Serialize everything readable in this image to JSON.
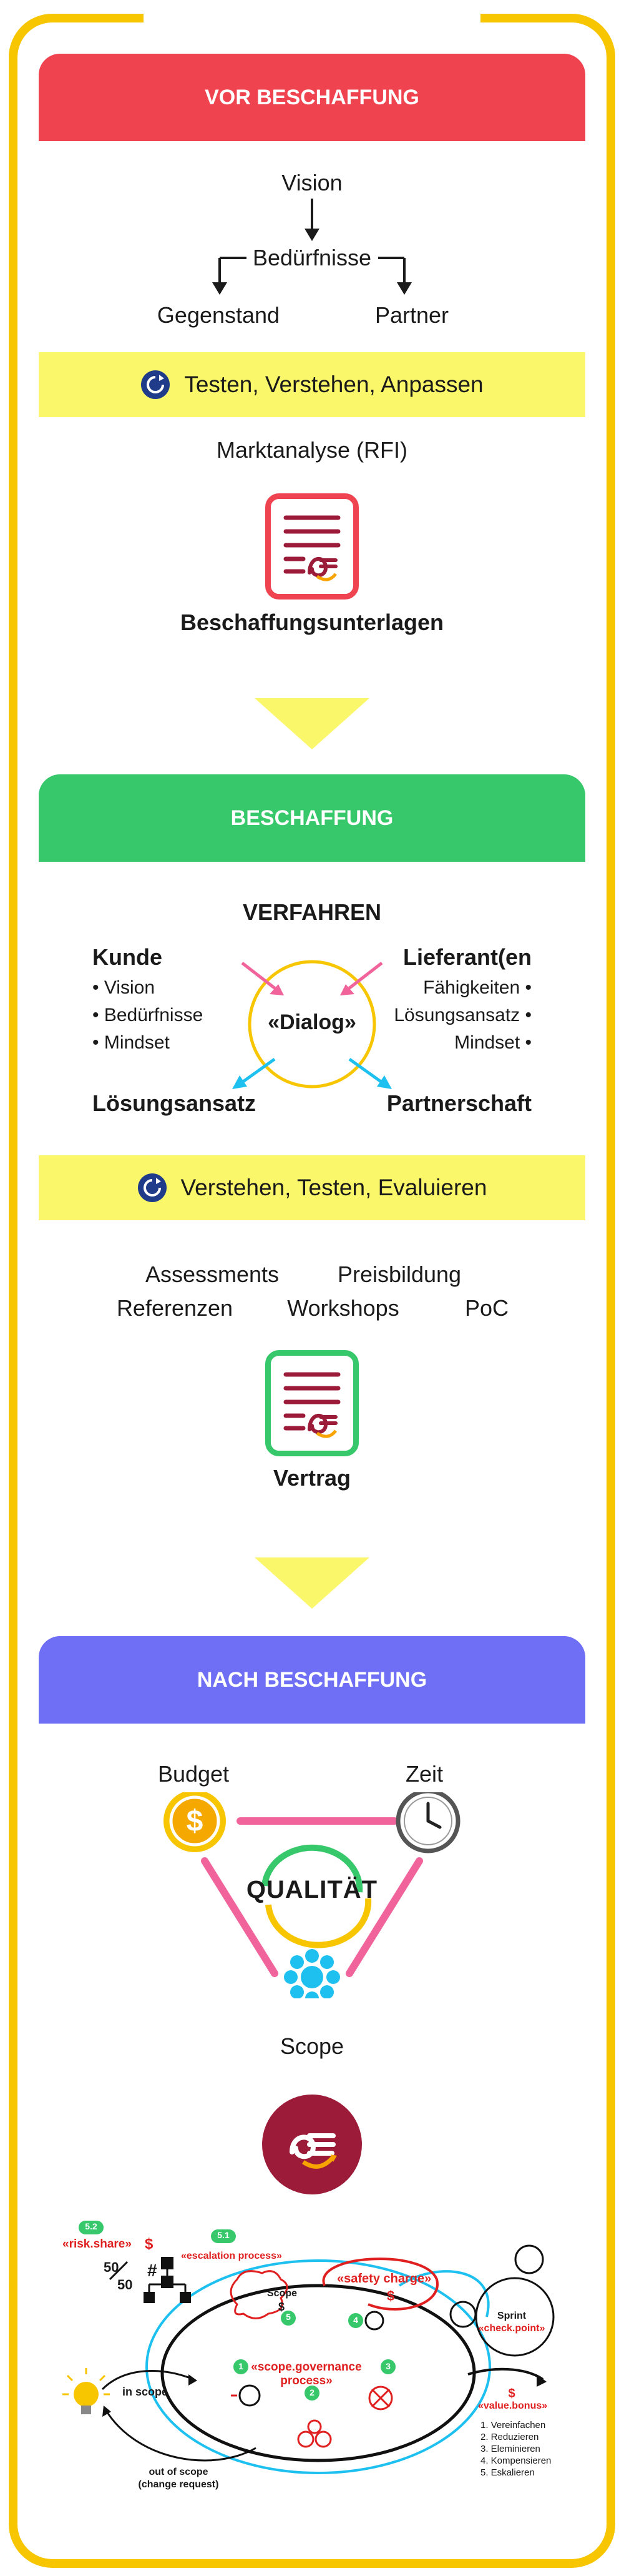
{
  "sections": {
    "pre": {
      "title": "VOR BESCHAFFUNG",
      "vision": "Vision",
      "needs": "Bedürfnisse",
      "subject": "Gegenstand",
      "partner": "Partner",
      "band": "Testen, Verstehen, Anpassen",
      "market": "Marktanalyse (RFI)",
      "docs": "Beschaffungsunterlagen"
    },
    "proc": {
      "title": "BESCHAFFUNG",
      "method": "VERFAHREN",
      "customer": "Kunde",
      "customer_items": [
        "• Vision",
        "• Bedürfnisse",
        "• Mindset"
      ],
      "supplier": "Lieferant(en",
      "supplier_items": [
        "Fähigkeiten •",
        "Lösungsansatz •",
        "Mindset •"
      ],
      "dialog": "«Dialog»",
      "solution": "Lösungsansatz",
      "partnership": "Partnerschaft",
      "band": "Verstehen, Testen, Evaluieren",
      "tools_row1": [
        "Assessments",
        "Preisbildung"
      ],
      "tools_row2": [
        "Referenzen",
        "Workshops",
        "PoC"
      ],
      "contract": "Vertrag"
    },
    "post": {
      "title": "NACH BESCHAFFUNG",
      "budget": "Budget",
      "time": "Zeit",
      "quality": "QUALITÄT",
      "scope": "Scope",
      "dollar": "$"
    }
  },
  "governance": {
    "risk_share": "«risk.share»",
    "risk_badge": "5.2",
    "fifty_a": "50",
    "fifty_b": "50",
    "hash": "#",
    "escalation": "«escalation process»",
    "escalation_badge": "5.1",
    "safety": "«safety charge»",
    "scope_label": "Scope",
    "scope_dollar": "$",
    "governance": "«scope.governance process»",
    "in_scope": "in scope",
    "out_scope": "out of scope",
    "change_request": "(change request)",
    "sprint": "Sprint",
    "checkpoint": "«check.point»",
    "value_dollar": "$",
    "value_bonus": "«value.bonus»",
    "steps": [
      "1. Vereinfachen",
      "2. Reduzieren",
      "3. Eleminieren",
      "4. Kompensieren",
      "5. Eskalieren"
    ],
    "n1": "1",
    "n2": "2",
    "n3": "3",
    "n4": "4",
    "n5": "5"
  },
  "colors": {
    "red": "#ef4450",
    "green": "#36c86a",
    "blue": "#6f6ff5",
    "yellow": "#f7c600",
    "band": "#fbf76a",
    "maroon": "#9b1b38",
    "pink": "#f0649b",
    "cyan": "#1ec0f0"
  }
}
